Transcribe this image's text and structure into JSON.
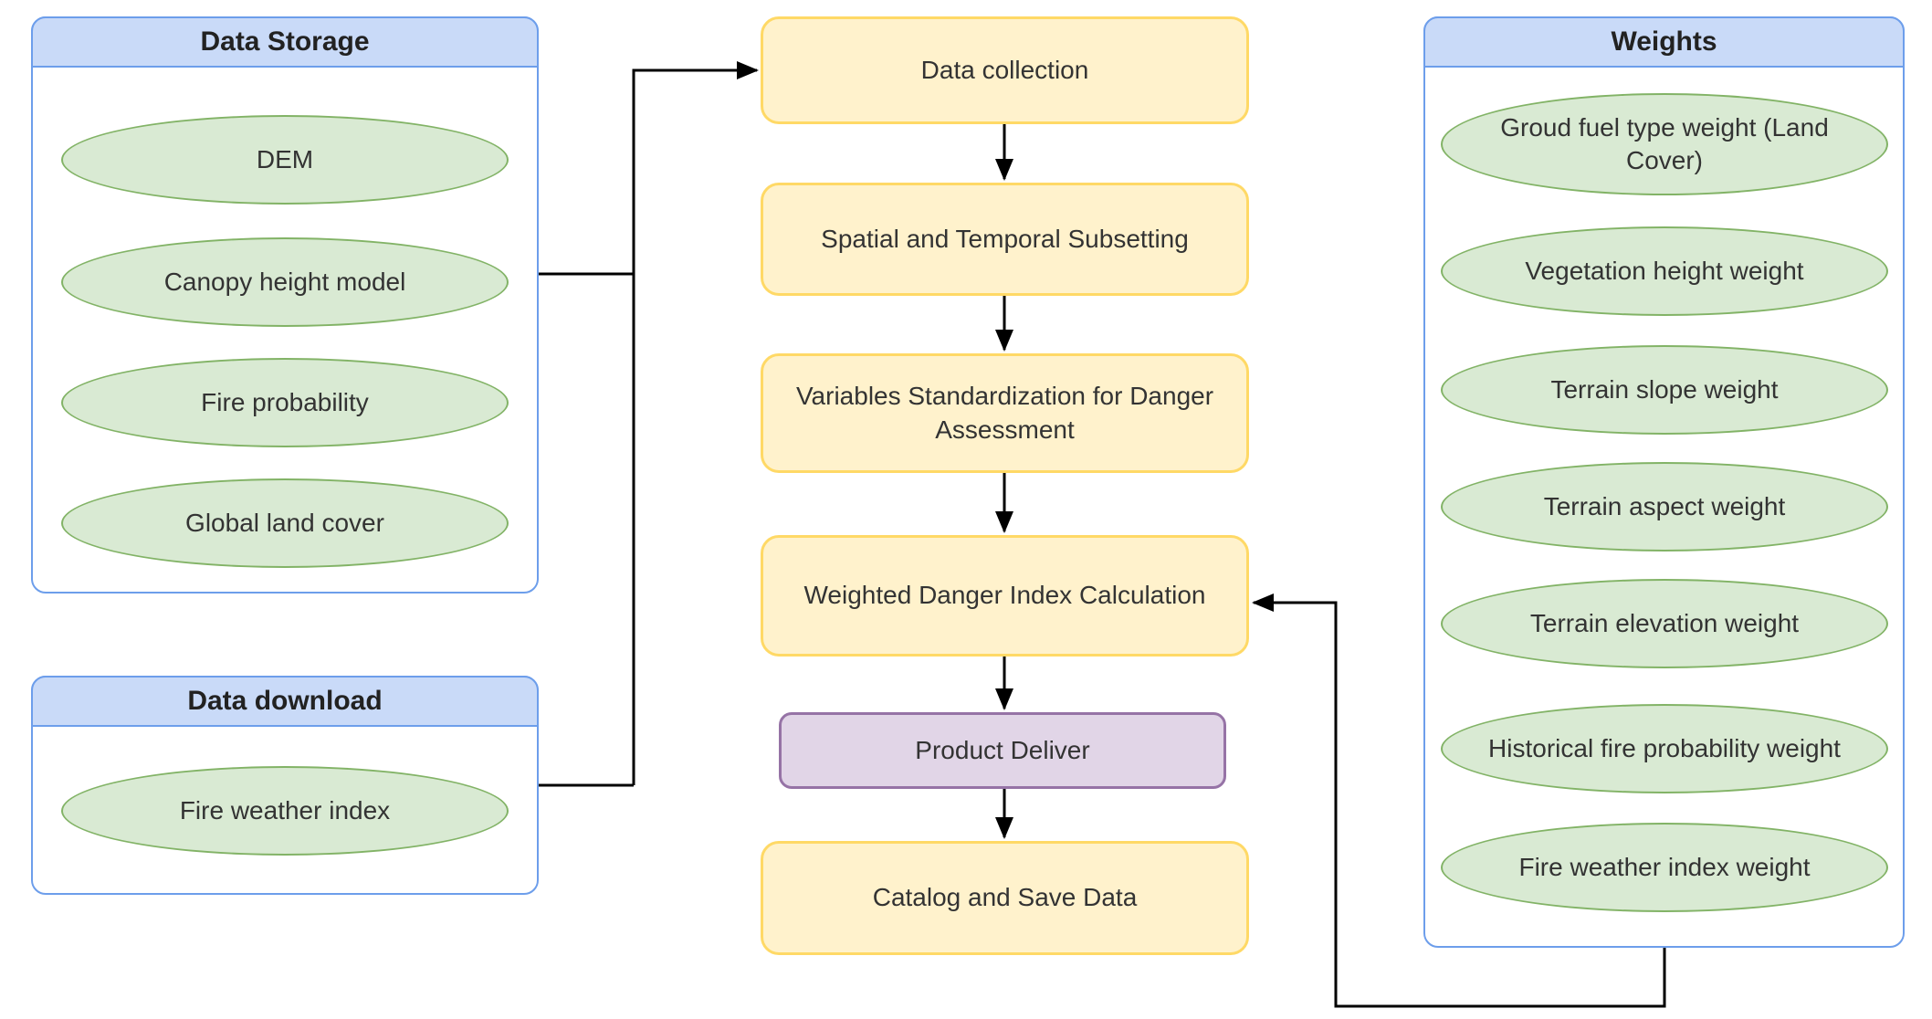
{
  "panels": {
    "storage": {
      "title": "Data Storage",
      "items": [
        "DEM",
        "Canopy height model",
        "Fire probability",
        "Global land cover"
      ]
    },
    "download": {
      "title": "Data download",
      "items": [
        "Fire weather index"
      ]
    },
    "weights": {
      "title": "Weights",
      "items": [
        "Groud fuel type weight (Land Cover)",
        "Vegetation height weight",
        "Terrain slope weight",
        "Terrain aspect weight",
        "Terrain elevation weight",
        "Historical fire probability weight",
        "Fire weather index weight"
      ]
    }
  },
  "process": {
    "steps": [
      {
        "label": "Data collection",
        "kind": "step"
      },
      {
        "label": "Spatial and Temporal Subsetting",
        "kind": "step"
      },
      {
        "label": "Variables Standardization for Danger Assessment",
        "kind": "step"
      },
      {
        "label": "Weighted Danger Index Calculation",
        "kind": "step"
      },
      {
        "label": "Product Deliver",
        "kind": "deliverable"
      },
      {
        "label": "Catalog and Save Data",
        "kind": "step"
      }
    ]
  },
  "colors": {
    "panel_header_fill": "#C9DAF8",
    "panel_border": "#6D9EEB",
    "node_fill": "#D9EAD3",
    "node_border": "#82B366",
    "step_fill": "#FFF2CC",
    "step_border": "#FFD966",
    "deliverable_fill": "#E1D5E7",
    "deliverable_border": "#9673A6",
    "connector": "#000000",
    "text": "#333333"
  }
}
